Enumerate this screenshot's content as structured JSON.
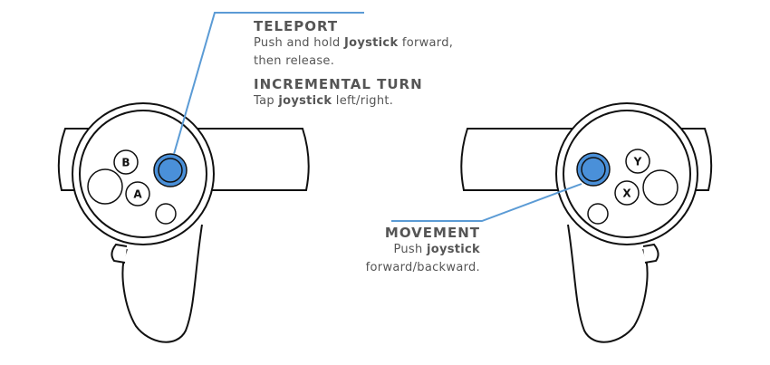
{
  "teleport": {
    "title": "TELEPORT",
    "line1_pre": "Push and hold ",
    "line1_bold": "Joystick",
    "line1_post": " forward,",
    "line2": "then release."
  },
  "turn": {
    "title": "INCREMENTAL TURN",
    "pre": "Tap ",
    "bold": "joystick",
    "post": " left/right."
  },
  "movement": {
    "title": "MOVEMENT",
    "pre": "Push ",
    "bold": "joystick",
    "line2": "forward/backward."
  },
  "buttons": {
    "left_top": "B",
    "left_bottom": "A",
    "right_top": "Y",
    "right_bottom": "X"
  },
  "colors": {
    "accent": "#4a90d9",
    "callout": "#5b9bd5",
    "text": "#555555"
  }
}
